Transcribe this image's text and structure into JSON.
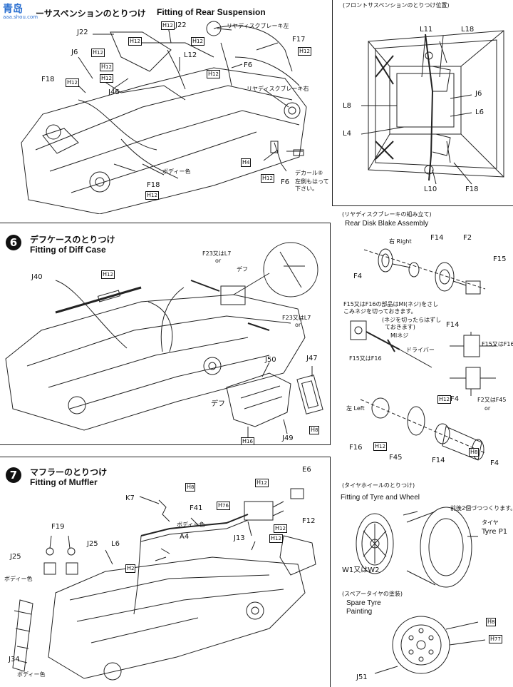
{
  "watermark": {
    "logo": "青岛",
    "url": "aaa.shou.com"
  },
  "top": {
    "title_jp": "ーサスペンションのとりつけ",
    "title_en": "Fitting of Rear Suspension",
    "labels": {
      "J22a": "J22",
      "J22b": "J22",
      "J6": "J6",
      "F18a": "F18",
      "J46": "J46",
      "L12": "L12",
      "F6a": "F6",
      "F17": "F17",
      "F18b": "F18",
      "F6b": "F6",
      "rear_brake_left": "リヤディスクブレーキ左",
      "rear_brake_right": "リヤディスクブレーキ右",
      "body_color": "ボディー色",
      "decal": "デカール⑤",
      "decal_note1": "左側もはって",
      "decal_note2": "下さい。"
    },
    "hcodes": {
      "h12": "12",
      "h4": "4",
      "h": "H"
    }
  },
  "front_susp": {
    "title": "(フロントサスペンションのとりつけ位置)",
    "labels": {
      "L11": "L11",
      "L18": "L18",
      "L8": "L8",
      "J6": "J6",
      "L6": "L6",
      "L4": "L4",
      "L10": "L10",
      "F18": "F18"
    }
  },
  "diff": {
    "step": "6",
    "title_jp": "デフケースのとりつけ",
    "title_en": "Fitting of Diff Case",
    "labels": {
      "J40": "J40",
      "F23a": "F23又はL7",
      "or_a": "or",
      "def_top": "デフ",
      "F23b": "F23又はL7",
      "or_b": "or",
      "J50": "J50",
      "J47": "J47",
      "def_bottom": "デフ",
      "J49": "J49"
    },
    "hcodes": {
      "h12": "12",
      "h8": "8",
      "h16": "16"
    }
  },
  "rear_disk": {
    "title": "(リヤディスクブレーキの組み立て)",
    "title_en": "Rear Disk Blake Assembly",
    "right": "Right",
    "right_mark": "右",
    "left": "Left",
    "left_mark": "左",
    "labels": {
      "F14a": "F14",
      "F2": "F2",
      "F15": "F15",
      "F4a": "F4",
      "note1": "F15又はF16の部品はMI(ネジ)をさし",
      "note2": "こみネジを切っておきます。",
      "note3": "(ネジを切ったらはずし",
      "note4": "ておきます)",
      "mi": "MIネジ",
      "driver": "ドライバー",
      "F14b": "F14",
      "F15or16a": "F15又はF16",
      "F15or16b": "F15又はF16",
      "F4b": "F4",
      "F2or45": "F2又はF45",
      "or_c": "or",
      "F16": "F16",
      "F45": "F45",
      "F14c": "F14",
      "F4c": "F4"
    },
    "hcodes": {
      "h12": "12",
      "h8": "8"
    }
  },
  "muffler": {
    "step": "7",
    "title_jp": "マフラーのとりつけ",
    "title_en": "Fitting of Muffler",
    "labels": {
      "E6": "E6",
      "K7": "K7",
      "F41": "F41",
      "F19": "F19",
      "J25a": "J25",
      "J25b": "J25",
      "L6": "L6",
      "body_color_a": "ボディー色",
      "A4": "A4",
      "J13": "J13",
      "F12": "F12",
      "body_color_b": "ボディー色",
      "J34": "J34",
      "body_color_c": "ボディー色"
    },
    "hcodes": {
      "h8": "8",
      "h12": "12",
      "h76": "76",
      "h2": "2"
    }
  },
  "tyre": {
    "title": "(タイヤホイールのとりつけ)",
    "title_en": "Fitting of Tyre and Wheel",
    "note": "前後2個づつつくります。",
    "tyre_jp": "タイヤ",
    "tyre_en": "Tyre",
    "p1": "P1",
    "w": "W1又はW2",
    "spare_title": "(スペアータイヤの塗装)",
    "spare_en1": "Spare Tyre",
    "spare_en2": "Painting",
    "h8": "8",
    "h77": "77",
    "j51": "J51"
  }
}
